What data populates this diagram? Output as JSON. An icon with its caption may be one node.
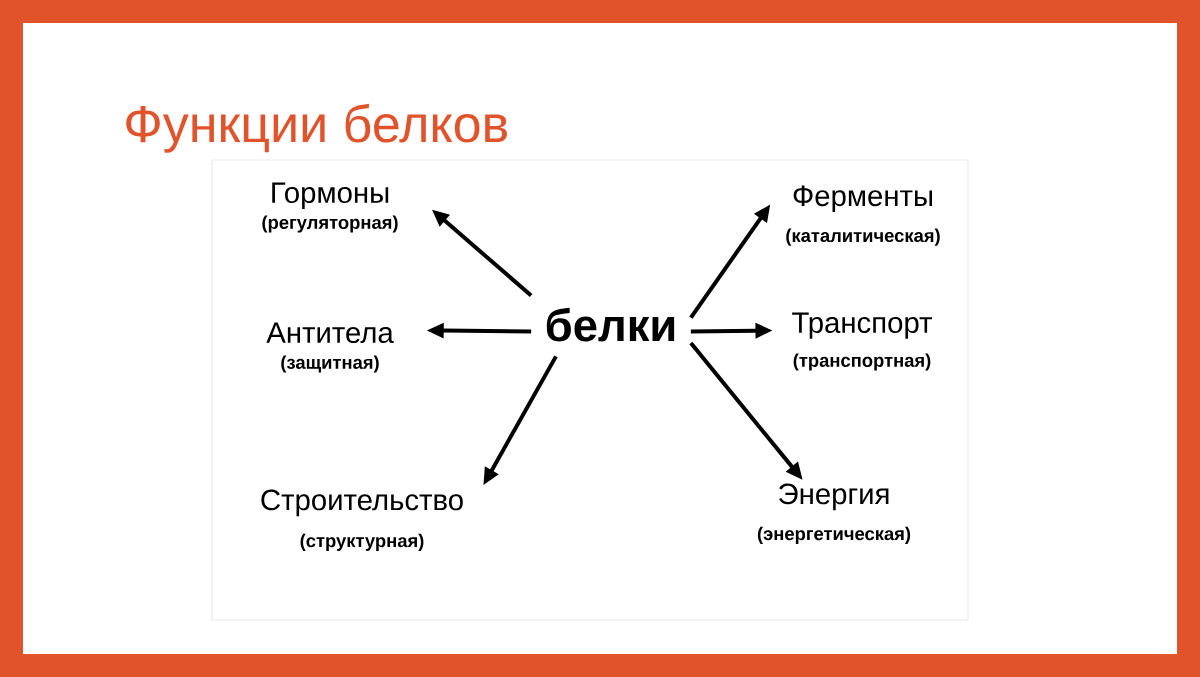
{
  "diagram": {
    "title": "Функции белков",
    "nodes": [
      {
        "text": [
          "белки"
        ]
      },
      {
        "text": [
          "Гормоны",
          "(регуляторная)"
        ]
      },
      {
        "text": [
          "Антитела",
          "(защитная)"
        ]
      },
      {
        "text": [
          "Строительство",
          "(структурная)"
        ]
      },
      {
        "text": [
          "Ферменты",
          "(каталитическая)"
        ]
      },
      {
        "text": [
          "Транспорт",
          "(транспортная)"
        ]
      },
      {
        "text": [
          "Энергия",
          "(энергетическая)"
        ]
      }
    ],
    "edges": [
      {
        "from": 0,
        "to": 1,
        "arrow": "to"
      },
      {
        "from": 0,
        "to": 2,
        "arrow": "to"
      },
      {
        "from": 0,
        "to": 3,
        "arrow": "to"
      },
      {
        "from": 0,
        "to": 4,
        "arrow": "to"
      },
      {
        "from": 0,
        "to": 5,
        "arrow": "to"
      },
      {
        "from": 0,
        "to": 6,
        "arrow": "to"
      }
    ]
  }
}
